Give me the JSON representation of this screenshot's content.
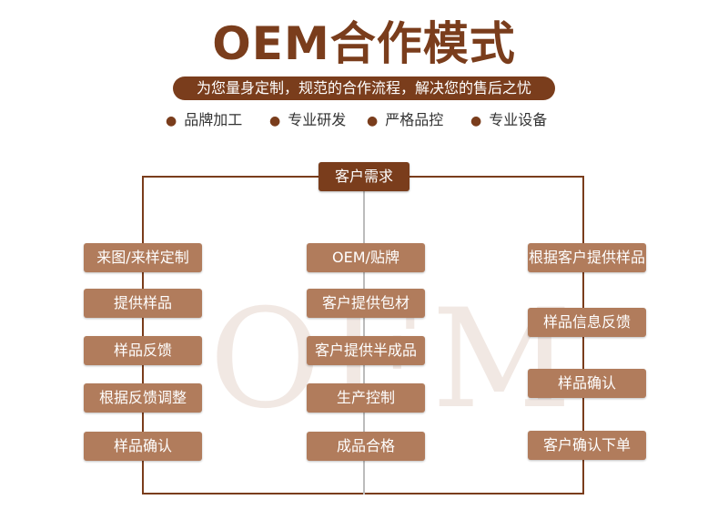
{
  "header": {
    "title": "OEM合作模式",
    "subtitle": "为您量身定制，规范的合作流程，解决您的售后之忧",
    "features": [
      "品牌加工",
      "专业研发",
      "严格品控",
      "专业设备"
    ]
  },
  "diagram": {
    "top": "客户需求",
    "watermark": "OEM",
    "left": [
      "来图/来样定制",
      "提供样品",
      "样品反馈",
      "根据反馈调整",
      "样品确认"
    ],
    "middle": [
      "OEM/贴牌",
      "客户提供包材",
      "客户提供半成品",
      "生产控制",
      "成品合格"
    ],
    "right": [
      "根据客户提供样品",
      "样品信息反馈",
      "样品确认",
      "客户确认下单"
    ]
  },
  "colors": {
    "dark_brown": "#7a3d1c",
    "box_brown": "#b17c5c"
  }
}
